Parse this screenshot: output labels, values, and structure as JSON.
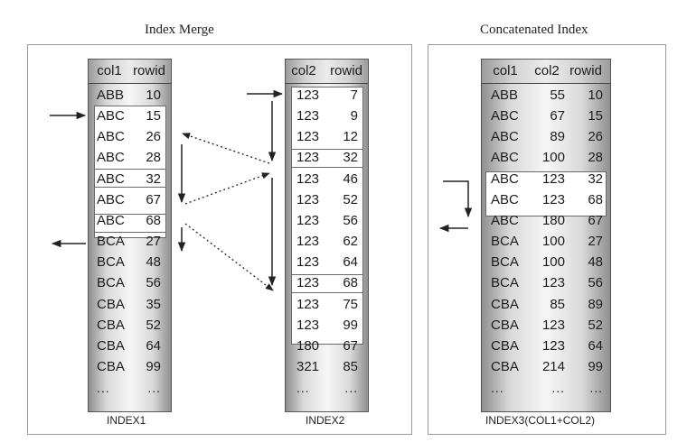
{
  "titles": {
    "merge": "Index Merge",
    "concat": "Concatenated Index"
  },
  "index1": {
    "label": "INDEX1",
    "headers": [
      "col1",
      "rowid"
    ],
    "rows": [
      [
        "ABB",
        "10"
      ],
      [
        "ABC",
        "15"
      ],
      [
        "ABC",
        "26"
      ],
      [
        "ABC",
        "28"
      ],
      [
        "ABC",
        "32"
      ],
      [
        "ABC",
        "67"
      ],
      [
        "ABC",
        "68"
      ],
      [
        "BCA",
        "27"
      ],
      [
        "BCA",
        "48"
      ],
      [
        "BCA",
        "56"
      ],
      [
        "CBA",
        "35"
      ],
      [
        "CBA",
        "52"
      ],
      [
        "CBA",
        "64"
      ],
      [
        "CBA",
        "99"
      ],
      [
        "...",
        "..."
      ]
    ]
  },
  "index2": {
    "label": "INDEX2",
    "headers": [
      "col2",
      "rowid"
    ],
    "rows": [
      [
        "123",
        "7"
      ],
      [
        "123",
        "9"
      ],
      [
        "123",
        "12"
      ],
      [
        "123",
        "32"
      ],
      [
        "123",
        "46"
      ],
      [
        "123",
        "52"
      ],
      [
        "123",
        "56"
      ],
      [
        "123",
        "62"
      ],
      [
        "123",
        "64"
      ],
      [
        "123",
        "68"
      ],
      [
        "123",
        "75"
      ],
      [
        "123",
        "99"
      ],
      [
        "180",
        "67"
      ],
      [
        "321",
        "85"
      ],
      [
        "...",
        "..."
      ]
    ]
  },
  "index3": {
    "label": "INDEX3(COL1+COL2)",
    "headers": [
      "col1",
      "col2",
      "rowid"
    ],
    "rows": [
      [
        "ABB",
        "55",
        "10"
      ],
      [
        "ABC",
        "67",
        "15"
      ],
      [
        "ABC",
        "89",
        "26"
      ],
      [
        "ABC",
        "100",
        "28"
      ],
      [
        "ABC",
        "123",
        "32"
      ],
      [
        "ABC",
        "123",
        "68"
      ],
      [
        "ABC",
        "180",
        "67"
      ],
      [
        "BCA",
        "100",
        "27"
      ],
      [
        "BCA",
        "100",
        "48"
      ],
      [
        "BCA",
        "123",
        "56"
      ],
      [
        "CBA",
        "85",
        "89"
      ],
      [
        "CBA",
        "123",
        "52"
      ],
      [
        "CBA",
        "123",
        "64"
      ],
      [
        "CBA",
        "214",
        "99"
      ],
      [
        "...",
        "...",
        "..."
      ]
    ]
  }
}
